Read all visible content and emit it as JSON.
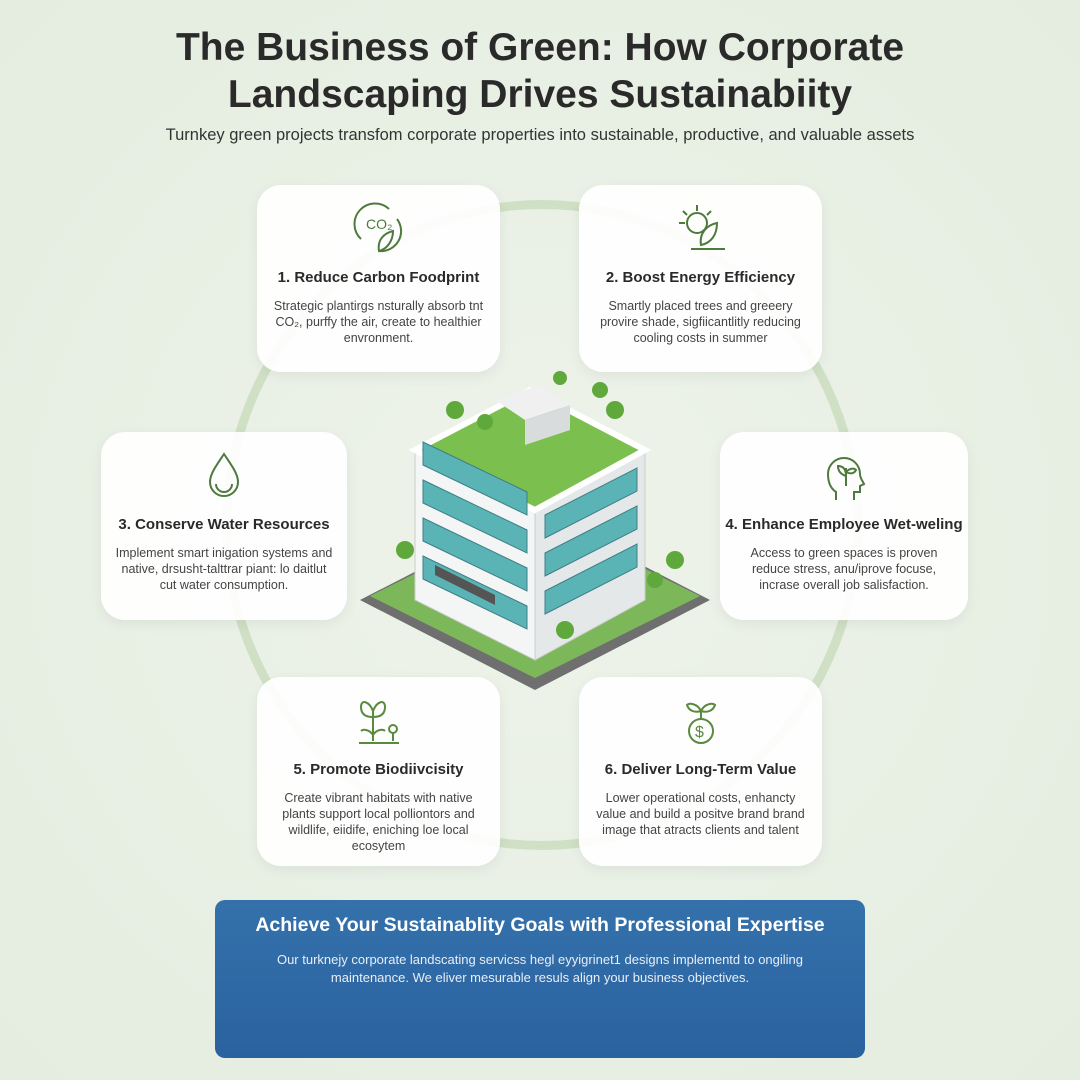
{
  "header": {
    "title_line1": "The Business of Green: How Corporate",
    "title_line2": "Landscaping Drives Sustainabiity",
    "subtitle": "Turnkey green projects transfom corporate properties into sustainable, productive, and valuable assets"
  },
  "cards": [
    {
      "icon": "co2-leaf-icon",
      "title": "1. Reduce Carbon Foodprint",
      "text": "Strategic plantirgs nsturally absorb tnt CO₂, purffy the air, create to healthier envronment."
    },
    {
      "icon": "sun-leaf-icon",
      "title": "2. Boost Energy Efficiency",
      "text": "Smartly placed trees and greeery provire shade, sigfiicantlitly reducing cooling costs in summer"
    },
    {
      "icon": "water-drop-cycle-icon",
      "title": "3. Conserve Water Resources",
      "text": "Implement smart inigation systems and native, drsusht-talttrar piant: lo daitlut cut water consumption."
    },
    {
      "icon": "head-plant-icon",
      "title": "4. Enhance Employee Wet-weling",
      "text": "Access to green spaces is proven reduce stress, anu/iprove focuse, incrase overall job salisfaction."
    },
    {
      "icon": "butterfly-flower-icon",
      "title": "5. Promote Biodiivcisity",
      "text": "Create vibrant habitats with native plants support local pollion​tors and wildlife, eiidife, eniching loe local ecosytem"
    },
    {
      "icon": "money-sprout-icon",
      "title": "6. Deliver Long-Term Value",
      "text": "Lower operational costs, enhancty value and build a positve brand brand image that atracts clients and talent"
    }
  ],
  "banner": {
    "title": "Achieve Your Sustainablity Goals with Professional Expertise",
    "text": "Our turknejy corporate landscating servicss hegl eyyigrinet1 designs implementd to ongiling maintenance. We eliver mesurable resuls align your business objectives."
  },
  "colors": {
    "accent_green": "#5a8a4a",
    "banner_blue": "#2f6aa5"
  }
}
